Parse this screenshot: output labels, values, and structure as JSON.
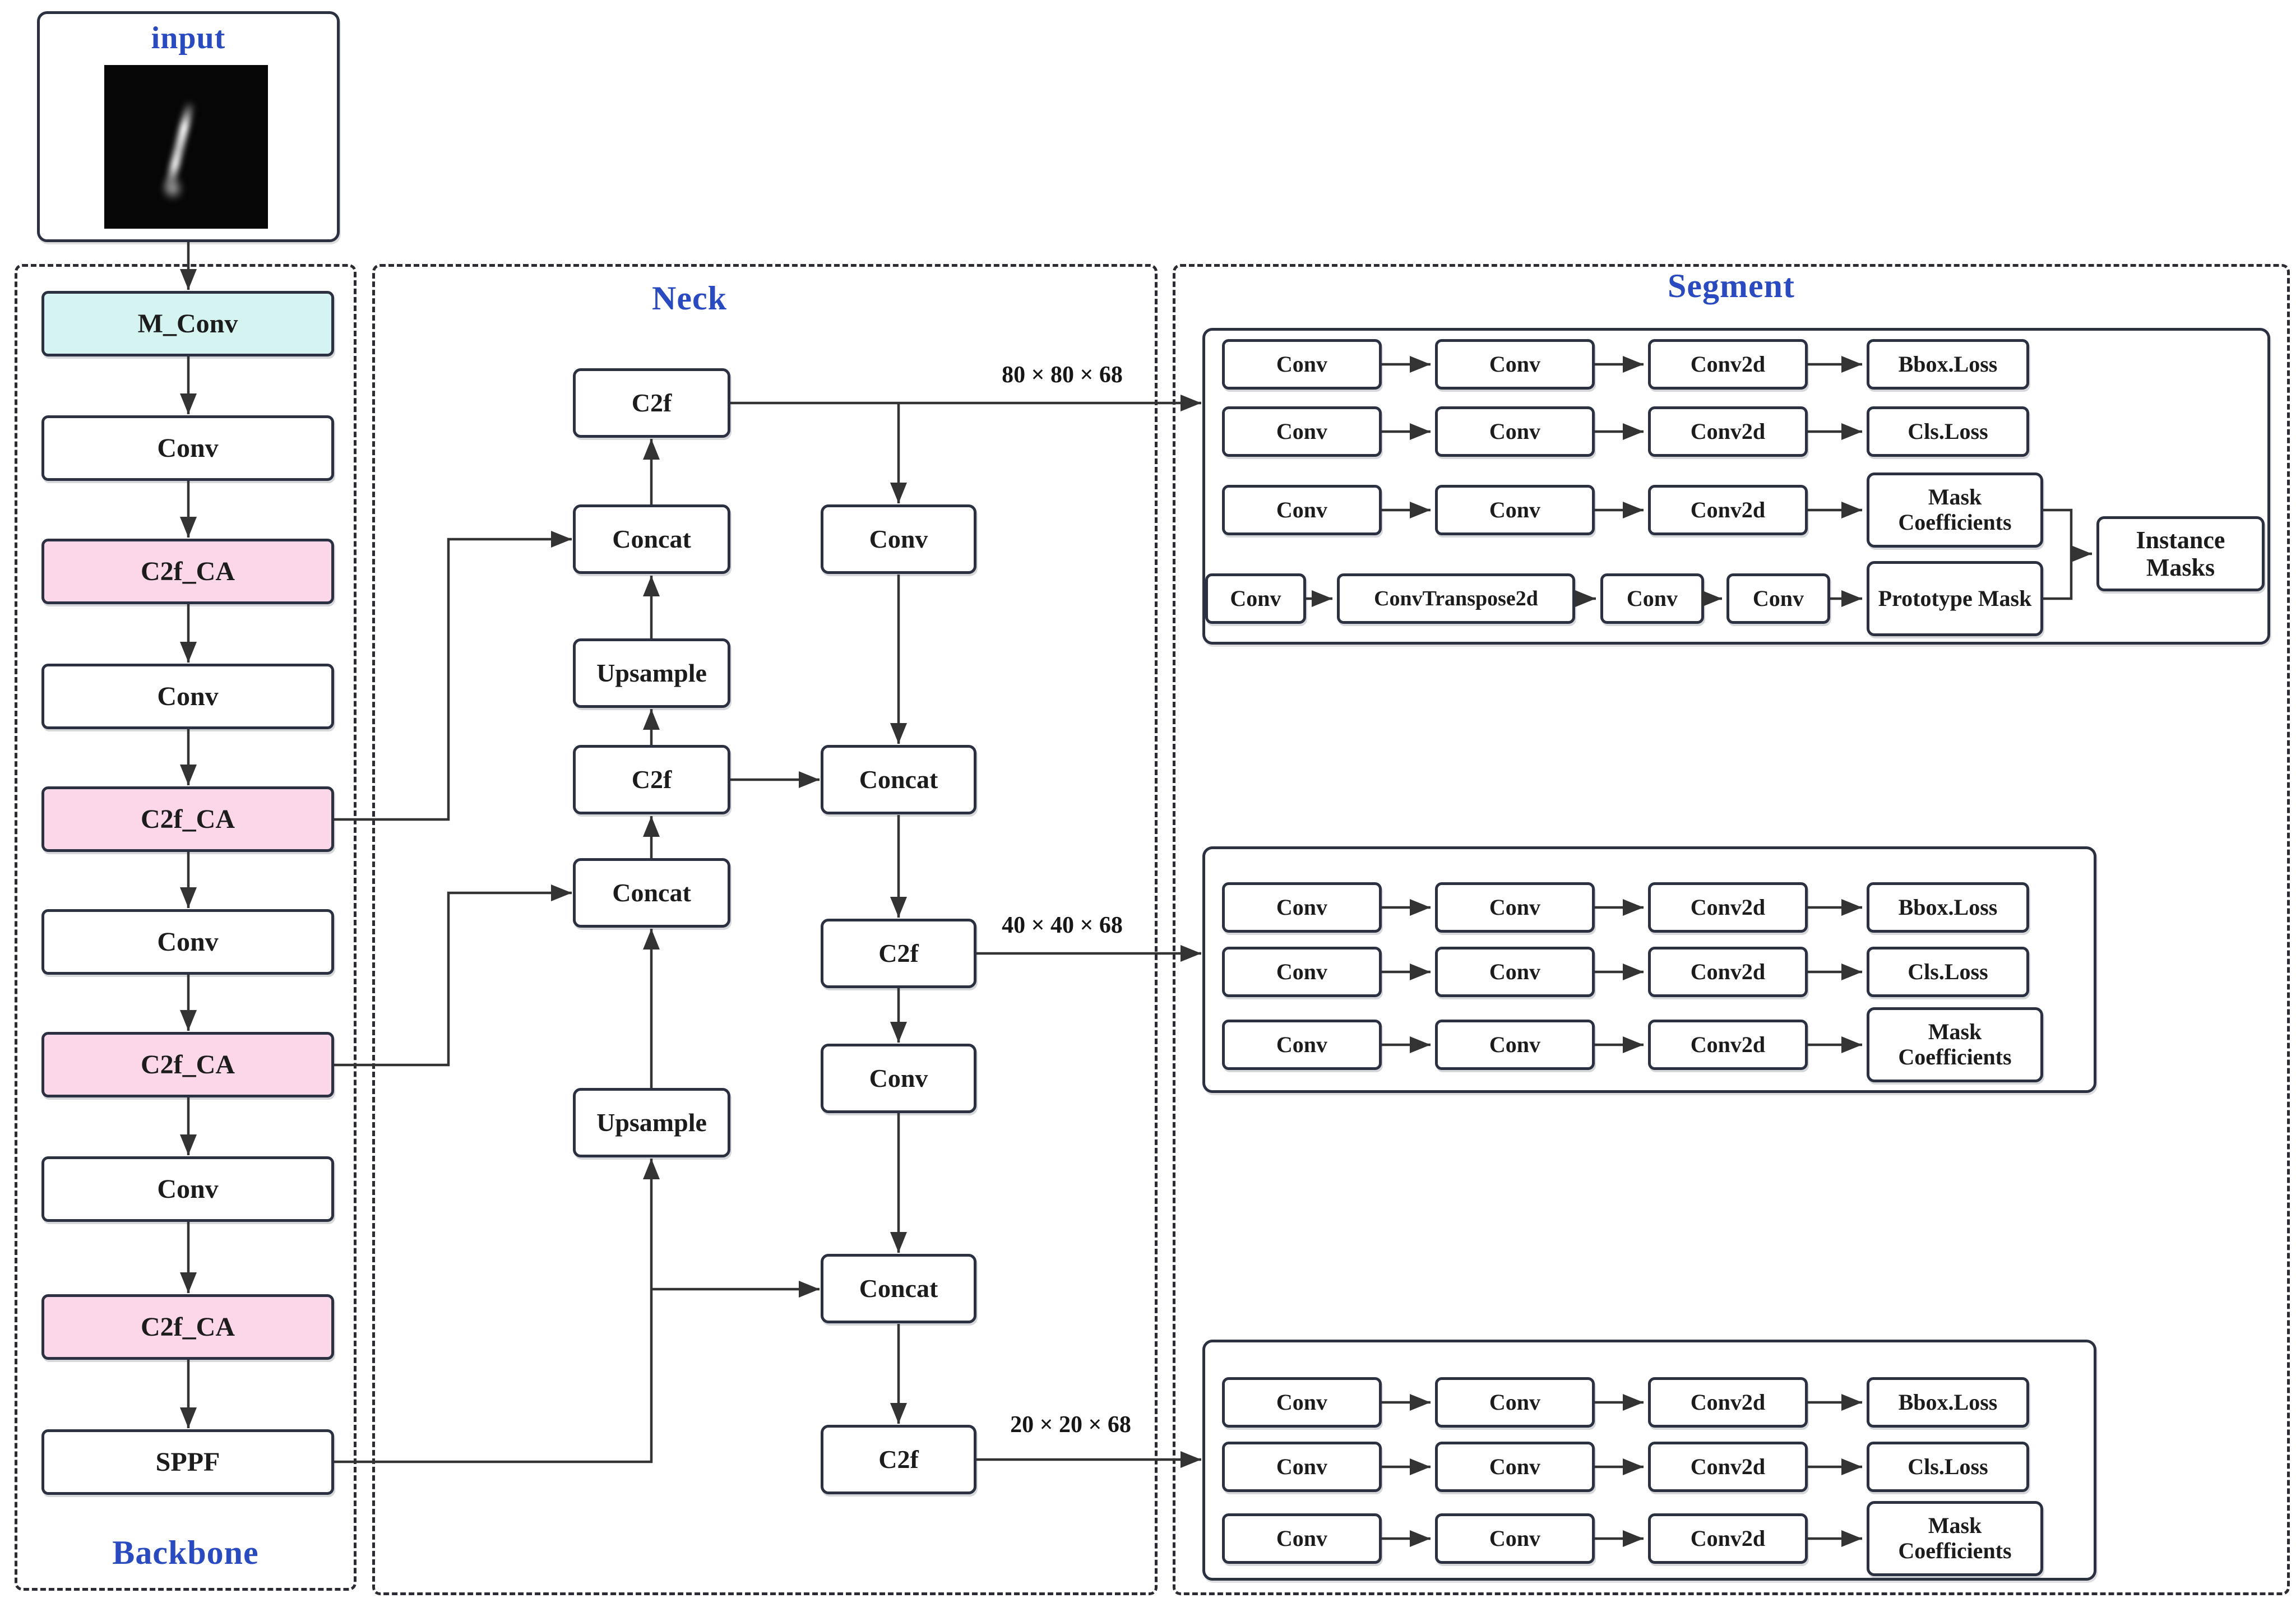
{
  "colors": {
    "accent_blue": "#2a4ac0",
    "box_border": "#2b3140",
    "m_conv_fill": "#d4f3f1",
    "c2f_ca_fill": "#fbd7e9",
    "line": "#333333"
  },
  "input_panel": {
    "title": "input"
  },
  "backbone": {
    "title": "Backbone",
    "nodes": [
      {
        "label": "M_Conv",
        "variant": "cyan"
      },
      {
        "label": "Conv",
        "variant": "plain"
      },
      {
        "label": "C2f_CA",
        "variant": "pink"
      },
      {
        "label": "Conv",
        "variant": "plain"
      },
      {
        "label": "C2f_CA",
        "variant": "pink"
      },
      {
        "label": "Conv",
        "variant": "plain"
      },
      {
        "label": "C2f_CA",
        "variant": "pink"
      },
      {
        "label": "Conv",
        "variant": "plain"
      },
      {
        "label": "C2f_CA",
        "variant": "pink"
      },
      {
        "label": "SPPF",
        "variant": "plain"
      }
    ]
  },
  "neck": {
    "title": "Neck",
    "left": [
      "C2f",
      "Concat",
      "Upsample",
      "C2f",
      "Concat",
      "Upsample"
    ],
    "right": [
      "Conv",
      "Concat",
      "C2f",
      "Conv",
      "Concat",
      "C2f"
    ]
  },
  "feature_maps": {
    "p3": "80 × 80 × 68",
    "p4": "40 × 40 × 68",
    "p5": "20 × 20 × 68"
  },
  "segment": {
    "title": "Segment",
    "heads": [
      {
        "rows": [
          [
            "Conv",
            "Conv",
            "Conv2d",
            "Bbox.Loss"
          ],
          [
            "Conv",
            "Conv",
            "Conv2d",
            "Cls.Loss"
          ],
          [
            "Conv",
            "Conv",
            "Conv2d",
            "Mask Coefficients"
          ]
        ]
      },
      {
        "rows": [
          [
            "Conv",
            "Conv",
            "Conv2d",
            "Bbox.Loss"
          ],
          [
            "Conv",
            "Conv",
            "Conv2d",
            "Cls.Loss"
          ],
          [
            "Conv",
            "Conv",
            "Conv2d",
            "Mask Coefficients"
          ]
        ]
      },
      {
        "rows": [
          [
            "Conv",
            "Conv",
            "Conv2d",
            "Bbox.Loss"
          ],
          [
            "Conv",
            "Conv",
            "Conv2d",
            "Cls.Loss"
          ],
          [
            "Conv",
            "Conv",
            "Conv2d",
            "Mask Coefficients"
          ]
        ]
      }
    ],
    "proto_row": [
      "Conv",
      "ConvTranspose2d",
      "Conv",
      "Conv",
      "Prototype Mask"
    ],
    "instance_masks": "Instance Masks"
  }
}
